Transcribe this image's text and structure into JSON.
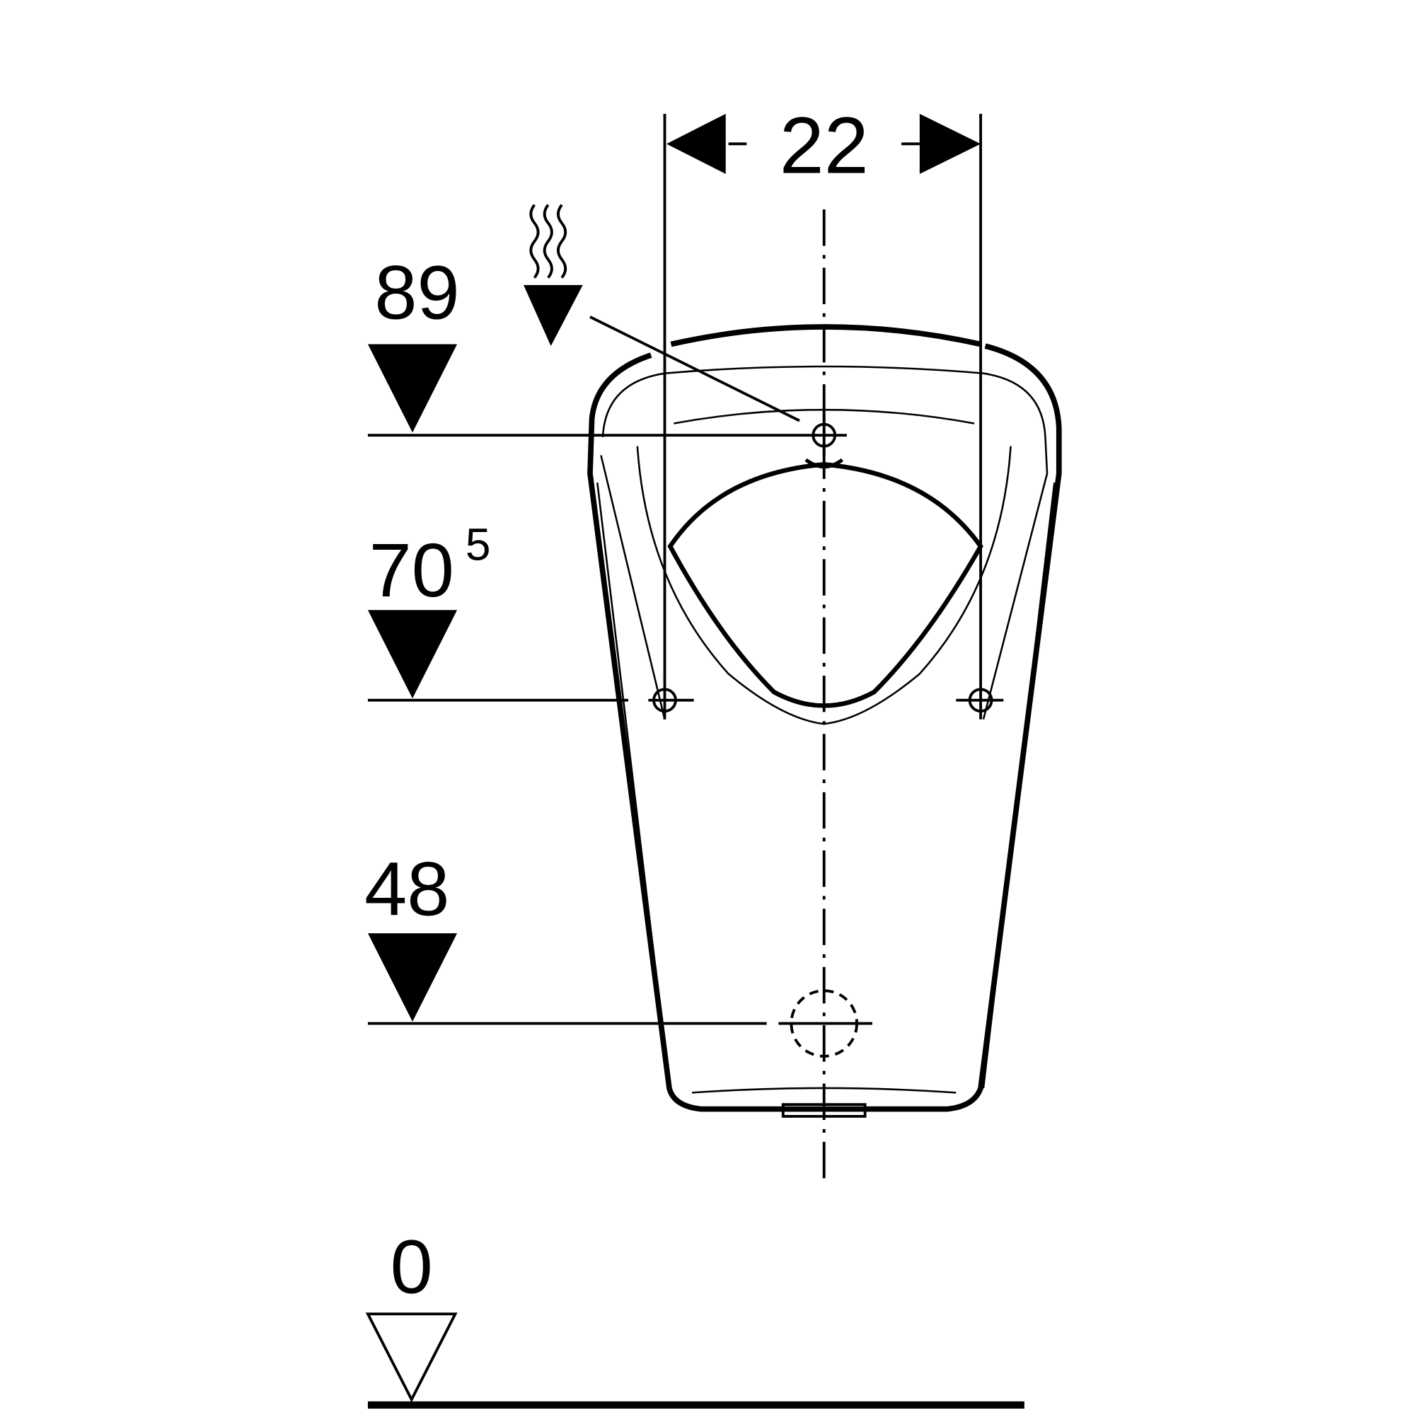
{
  "drawing": {
    "width_dimension": "22",
    "levels": [
      {
        "value": "89",
        "superscript": ""
      },
      {
        "value": "70",
        "superscript": "5"
      },
      {
        "value": "48",
        "superscript": ""
      },
      {
        "value": "0",
        "superscript": ""
      }
    ],
    "colors": {
      "line": "#000000",
      "background": "#ffffff"
    }
  }
}
